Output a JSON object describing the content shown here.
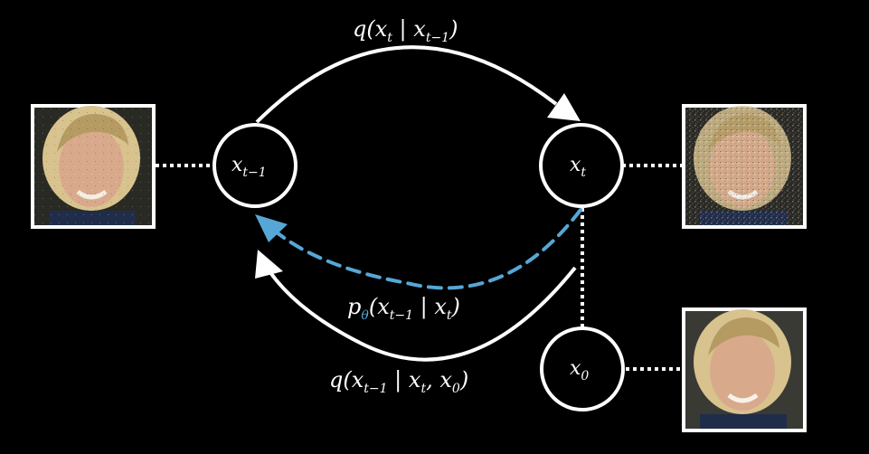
{
  "colors": {
    "background": "#000000",
    "foreground": "#ffffff",
    "accent": "#56a7d6"
  },
  "nodes": {
    "x_prev": {
      "base": "x",
      "sub": "t−1"
    },
    "x_t": {
      "base": "x",
      "sub": "t"
    },
    "x_0": {
      "base": "x",
      "sub": "0"
    }
  },
  "labels": {
    "forward": {
      "fn": "q(",
      "v1": "x",
      "v1sub": "t",
      "sep": " | ",
      "v2": "x",
      "v2sub": "t−1",
      "close": ")"
    },
    "model": {
      "fn": "p",
      "fnsub": "θ",
      "open": "(",
      "v1": "x",
      "v1sub": "t−1",
      "sep": " | ",
      "v2": "x",
      "v2sub": "t",
      "close": ")"
    },
    "posterior": {
      "fn": "q(",
      "v1": "x",
      "v1sub": "t−1",
      "sep": " | ",
      "v2": "x",
      "v2sub": "t",
      "comma": ", ",
      "v3": "x",
      "v3sub": "0",
      "close": ")"
    }
  },
  "images": {
    "left": "face-photo-slightly-noisy",
    "top_right": "face-photo-very-noisy",
    "bottom_right": "face-photo-clean"
  }
}
